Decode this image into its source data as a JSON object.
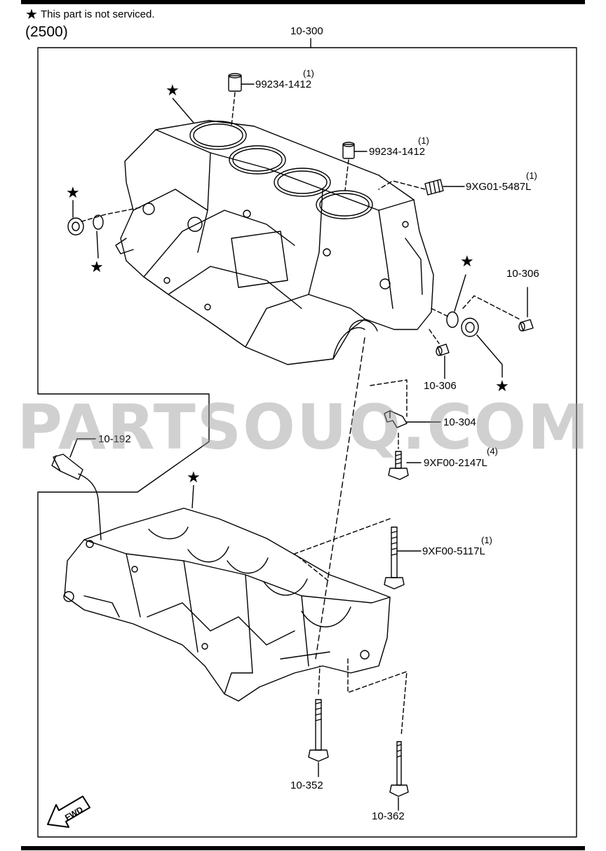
{
  "header": {
    "note_symbol": "★",
    "note_text": "This part is not serviced.",
    "group_code": "(2500)"
  },
  "watermark": "PARTSOUQ.COM",
  "star_symbol": "★",
  "callouts": {
    "p10_300": "10-300",
    "p99234_1412_a": "99234-1412",
    "p99234_1412_a_qty": "(1)",
    "p99234_1412_b": "99234-1412",
    "p99234_1412_b_qty": "(1)",
    "p9xg01_5487l": "9XG01-5487L",
    "p9xg01_5487l_qty": "(1)",
    "p10_306_a": "10-306",
    "p10_306_b": "10-306",
    "p10_304": "10-304",
    "p9xf00_2147l": "9XF00-2147L",
    "p9xf00_2147l_qty": "(4)",
    "p10_192": "10-192",
    "p9xf00_5117l": "9XF00-5117L",
    "p9xf00_5117l_qty": "(1)",
    "p10_352": "10-352",
    "p10_362": "10-362"
  },
  "fwd_label": "FWD"
}
